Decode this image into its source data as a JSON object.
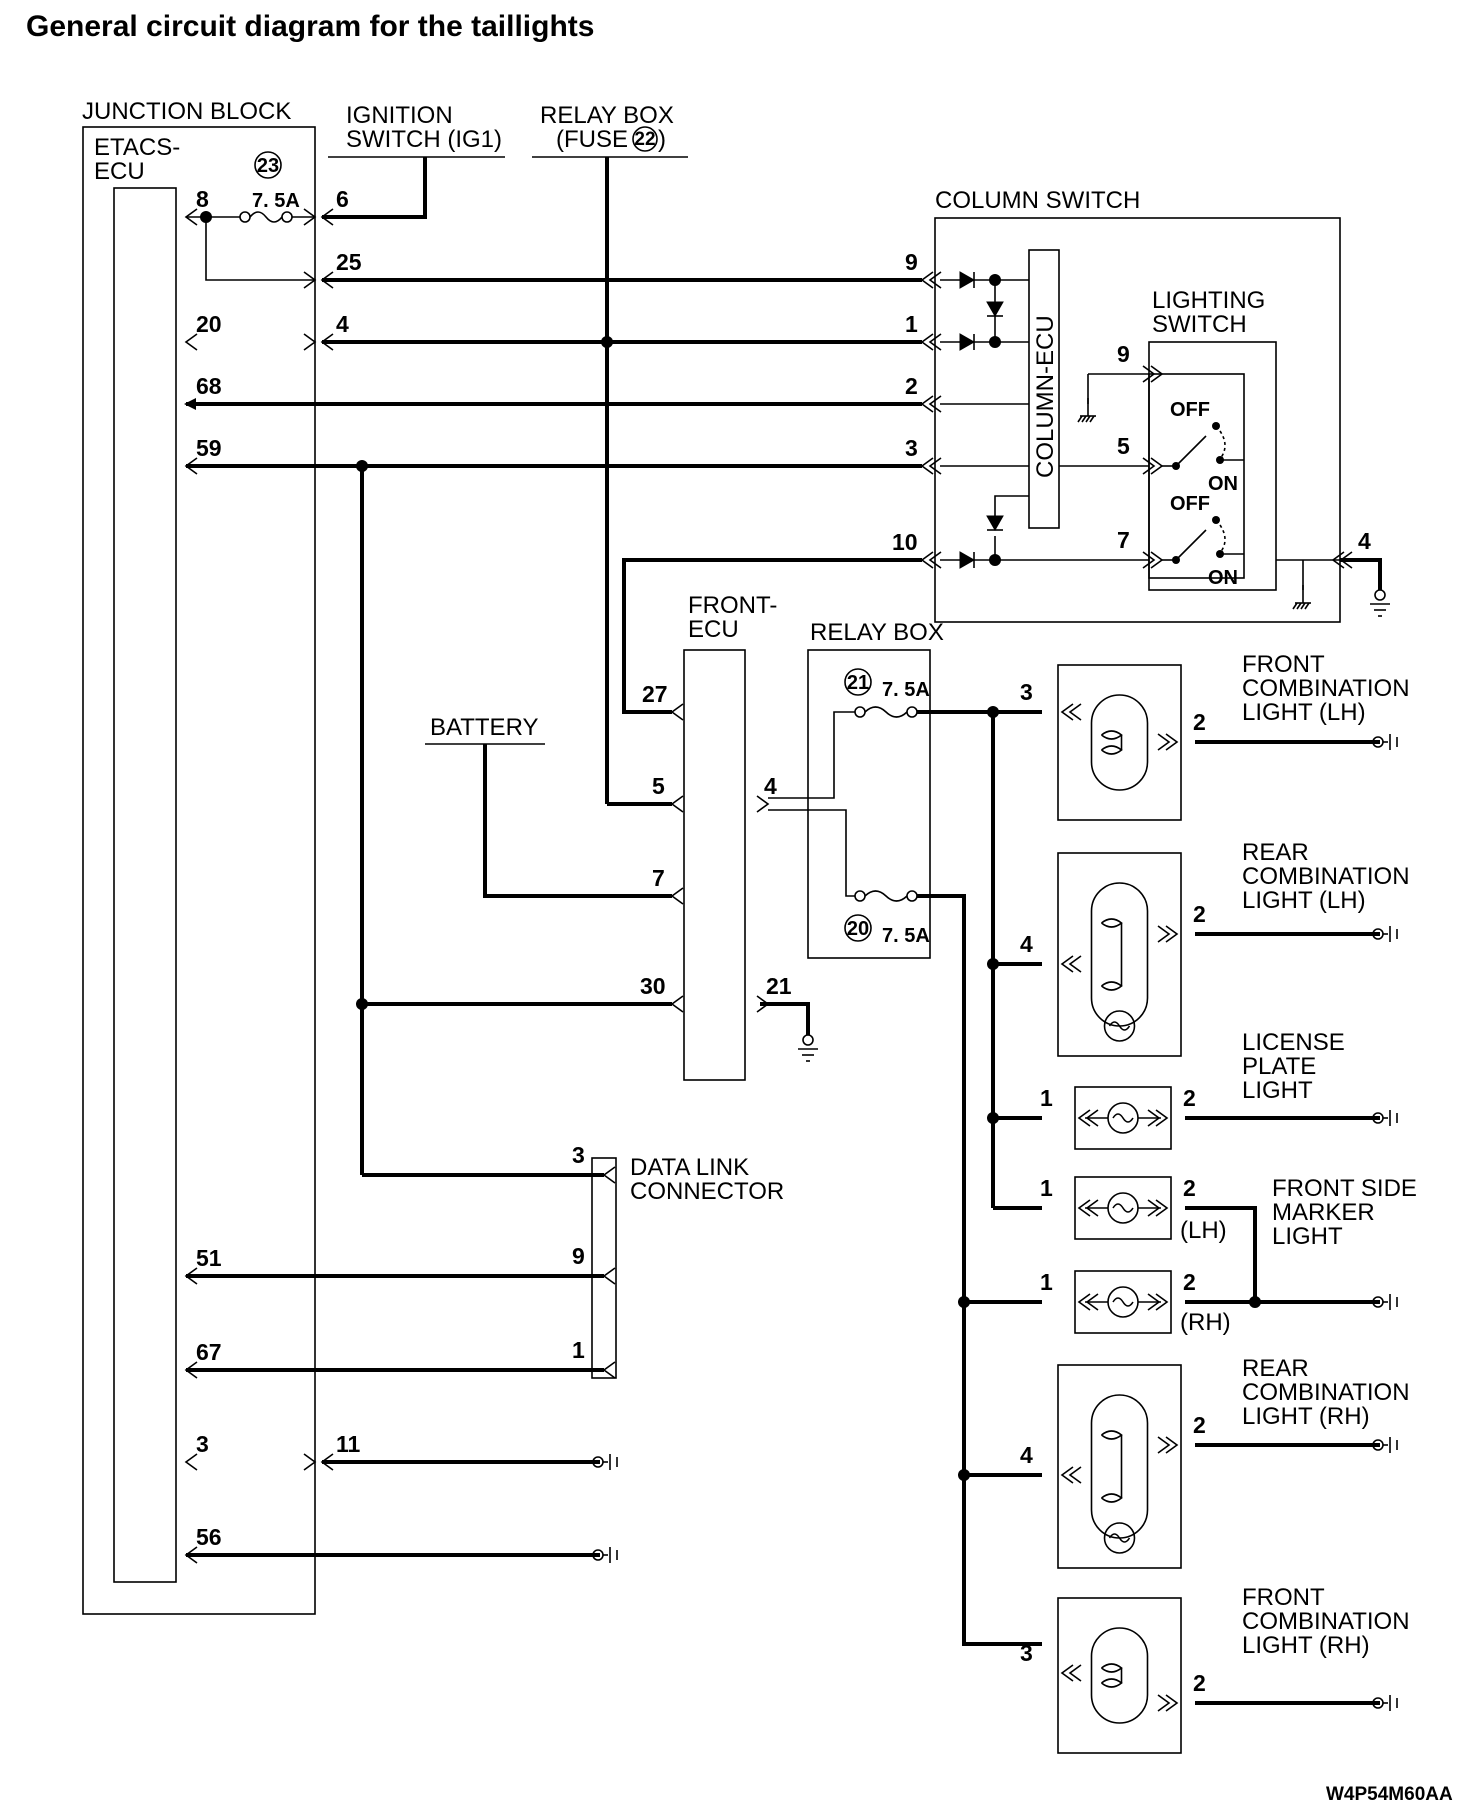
{
  "title": "General circuit diagram for the taillights",
  "labels": {
    "junction_block": "JUNCTION BLOCK",
    "etacs_ecu": [
      "ETACS-",
      "ECU"
    ],
    "ignition_switch": [
      "IGNITION",
      "SWITCH (IG1)"
    ],
    "relay_box_fuse": [
      "RELAY BOX",
      "(FUSE"
    ],
    "relay_box_fuse_num": "22",
    "relay_box_fuse_close": ")",
    "column_switch": "COLUMN SWITCH",
    "column_ecu": "COLUMN-ECU",
    "lighting_switch": [
      "LIGHTING",
      "SWITCH"
    ],
    "front_ecu": [
      "FRONT-",
      "ECU"
    ],
    "relay_box": "RELAY BOX",
    "battery": "BATTERY",
    "data_link_connector": [
      "DATA LINK",
      "CONNECTOR"
    ],
    "front_combination_light_lh": [
      "FRONT",
      "COMBINATION",
      "LIGHT (LH)"
    ],
    "rear_combination_light_lh": [
      "REAR",
      "COMBINATION",
      "LIGHT (LH)"
    ],
    "license_plate_light": [
      "LICENSE",
      "PLATE",
      "LIGHT"
    ],
    "front_side_marker_light": [
      "FRONT SIDE",
      "MARKER",
      "LIGHT"
    ],
    "rear_combination_light_rh": [
      "REAR",
      "COMBINATION",
      "LIGHT (RH)"
    ],
    "front_combination_light_rh": [
      "FRONT",
      "COMBINATION",
      "LIGHT (RH)"
    ],
    "lh": "(LH)",
    "rh": "(RH)",
    "off": "OFF",
    "on": "ON"
  },
  "fuses": {
    "jb_fuse_num": "23",
    "jb_fuse_rating": "7. 5A",
    "rb_fuse_21_num": "21",
    "rb_fuse_21_rating": "7. 5A",
    "rb_fuse_20_num": "20",
    "rb_fuse_20_rating": "7. 5A"
  },
  "pins": {
    "etacs_left": [
      "8",
      "20",
      "68",
      "59",
      "51",
      "67",
      "3",
      "56"
    ],
    "jb_right": [
      "6",
      "25",
      "4",
      "11"
    ],
    "column_left": [
      "9",
      "1",
      "2",
      "3",
      "10"
    ],
    "lighting_switch": [
      "9",
      "5",
      "7"
    ],
    "column_ground": "4",
    "front_ecu_left": [
      "27",
      "5",
      "7",
      "30"
    ],
    "front_ecu_right": [
      "4",
      "21"
    ],
    "dlc": [
      "3",
      "9",
      "1"
    ],
    "lamp_in": [
      "3",
      "4",
      "1",
      "1",
      "1",
      "4",
      "3"
    ],
    "lamp_out": [
      "2",
      "2",
      "2",
      "2",
      "2",
      "2",
      "2"
    ]
  },
  "diagram_code": "W4P54M60AA"
}
